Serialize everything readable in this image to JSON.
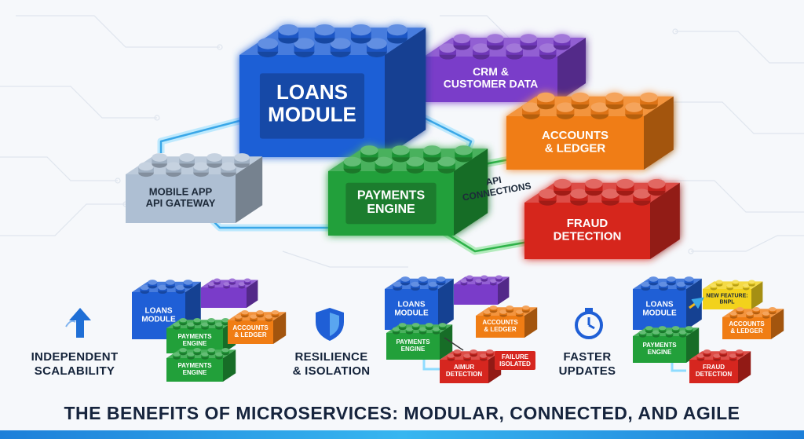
{
  "title": "THE BENEFITS OF MICROSERVICES: MODULAR, CONNECTED, AND AGILE",
  "colors": {
    "blue": "#1f5fd6",
    "purple": "#7a3cc9",
    "orange": "#f07d14",
    "green": "#22a03a",
    "red": "#d6261f",
    "gray": "#aebfd3",
    "yellow": "#f2d21c",
    "connector": "#6fd6ff"
  },
  "main": {
    "loans": [
      "LOANS",
      "MODULE"
    ],
    "crm": [
      "CRM &",
      "CUSTOMER DATA"
    ],
    "accounts": [
      "ACCOUNTS",
      "& LEDGER"
    ],
    "payments": [
      "PAYMENTS",
      "ENGINE"
    ],
    "gateway": [
      "MOBILE APP",
      "API GATEWAY"
    ],
    "fraud": [
      "FRAUD",
      "DETECTION"
    ],
    "api_label": [
      "API",
      "CONNECTIONS"
    ]
  },
  "benefits": [
    {
      "icon": "arrow-up-icon",
      "label": [
        "INDEPENDENT",
        "SCALABILITY"
      ],
      "bricks": {
        "loans": [
          "LOANS",
          "MODULE"
        ],
        "payments1": [
          "PAYMENTS",
          "ENGINE"
        ],
        "payments2": [
          "PAYMENTS",
          "ENGINE"
        ],
        "accounts": [
          "ACCOUNTS",
          "& LEDGER"
        ]
      }
    },
    {
      "icon": "shield-icon",
      "label": [
        "RESILIENCE",
        "& ISOLATION"
      ],
      "bricks": {
        "loans": [
          "LOANS",
          "MODULE"
        ],
        "payments": [
          "PAYMENTS",
          "ENGINE"
        ],
        "accounts": [
          "ACCOUNTS",
          "& LEDGER"
        ],
        "fraud": [
          "AIMUR",
          "DETECTION"
        ],
        "failure": [
          "FAILURE",
          "ISOLATED"
        ]
      }
    },
    {
      "icon": "stopwatch-icon",
      "label": [
        "FASTER",
        "UPDATES"
      ],
      "bricks": {
        "loans": [
          "LOANS",
          "MODULE"
        ],
        "new_feature": [
          "NEW FEATURE:",
          "BNPL"
        ],
        "payments": [
          "PAYMENTS",
          "ENGINE"
        ],
        "accounts": [
          "ACCOUNTS",
          "& LEDGER"
        ],
        "fraud": [
          "FRAUD",
          "DETECTION"
        ]
      }
    }
  ]
}
